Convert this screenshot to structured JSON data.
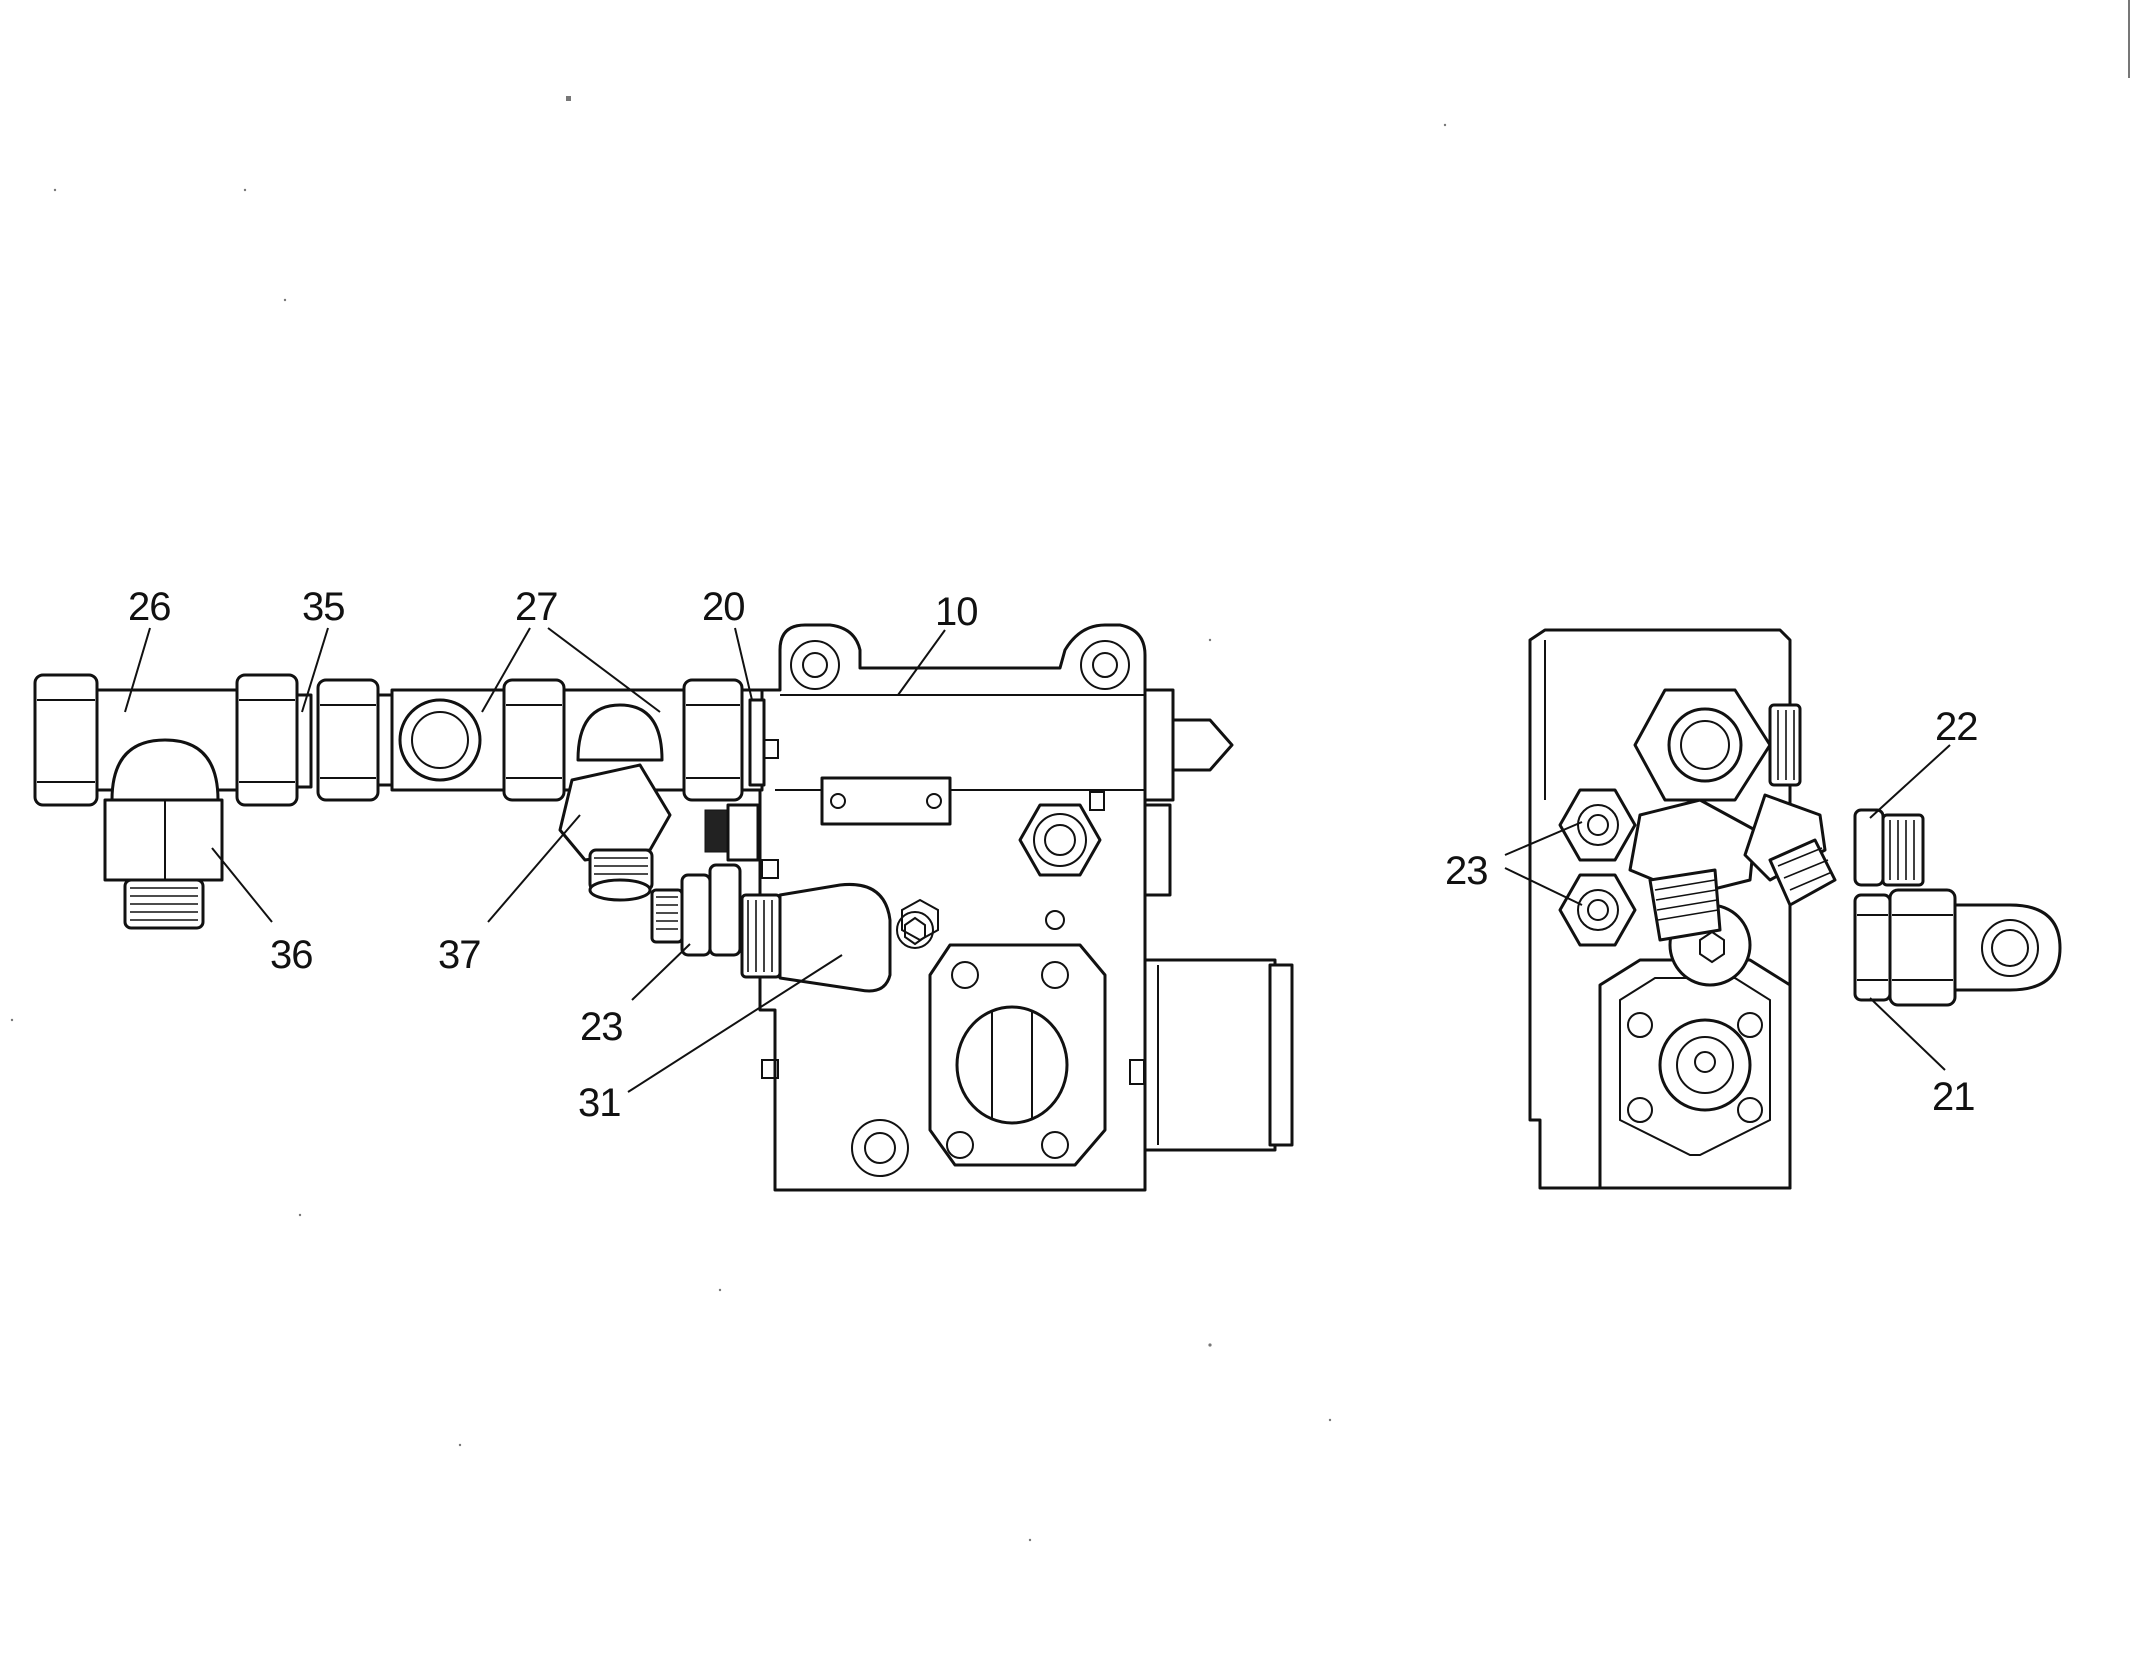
{
  "callouts": {
    "c26": "26",
    "c35": "35",
    "c27": "27",
    "c20": "20",
    "c10": "10",
    "c36": "36",
    "c37": "37",
    "c23a": "23",
    "c31": "31",
    "c22": "22",
    "c23b": "23",
    "c21": "21"
  },
  "colors": {
    "ink": "#111111",
    "paper": "#ffffff"
  }
}
